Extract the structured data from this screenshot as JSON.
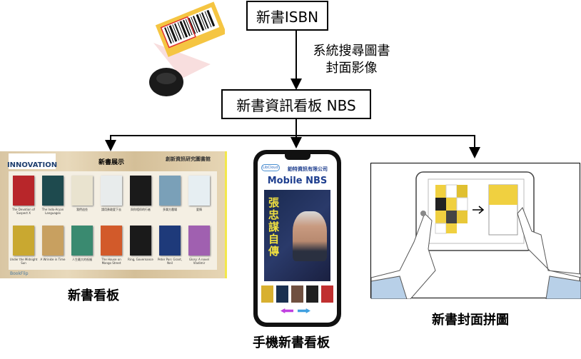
{
  "nodes": {
    "isbn": "新書ISBN",
    "search_line1": "系統搜尋圖書",
    "search_line2": "封面影像",
    "nbs": "新書資訊看板 NBS"
  },
  "outputs": [
    {
      "label": "新書看板"
    },
    {
      "label": "手機新書看板"
    },
    {
      "label": "新書封面拼圖"
    }
  ],
  "board": {
    "logo": "INNOVATION",
    "title": "新書展示",
    "library": "創新資訊研究圖書館",
    "footer_logo": "BookFlip",
    "books": [
      {
        "title": "The Devotion of Suspect X",
        "color": "#b8262a"
      },
      {
        "title": "The Indo-Aryan Languages",
        "color": "#1e4a4e"
      },
      {
        "title": "我們這些",
        "color": "#e9e3cf"
      },
      {
        "title": "請用勇敢愛下去",
        "color": "#e8ecec"
      },
      {
        "title": "與你相伴的行者",
        "color": "#1a1a1a"
      },
      {
        "title": "多樂方農場",
        "color": "#7aa0b8"
      },
      {
        "title": "愛情",
        "color": "#e6eef2"
      },
      {
        "title": "Under the Midnight Sun",
        "color": "#c9a830"
      },
      {
        "title": "A Wrinkle in Time",
        "color": "#c8a060"
      },
      {
        "title": "人生最大的祝福",
        "color": "#3a8a70"
      },
      {
        "title": "The House on Mango Street",
        "color": "#d25a2a"
      },
      {
        "title": "Ring, Governance",
        "color": "#1a1a1a"
      },
      {
        "title": "Peter Pan: Grant, Neil",
        "color": "#1e3a7a"
      },
      {
        "title": "Glory: A novel Vladimir",
        "color": "#a060b0"
      }
    ]
  },
  "phone": {
    "company": "鉑特資訊有限公司",
    "brand": "LibCloud",
    "title": "Mobile NBS",
    "cover_title": "張忠謀自傳",
    "thumb_colors": [
      "#d8b030",
      "#1a3050",
      "#705040",
      "#202020",
      "#c03030"
    ]
  },
  "colors": {
    "accent_blue": "#1f3f8f",
    "arrow_left": "#c040e0",
    "arrow_right": "#40a0e0"
  }
}
